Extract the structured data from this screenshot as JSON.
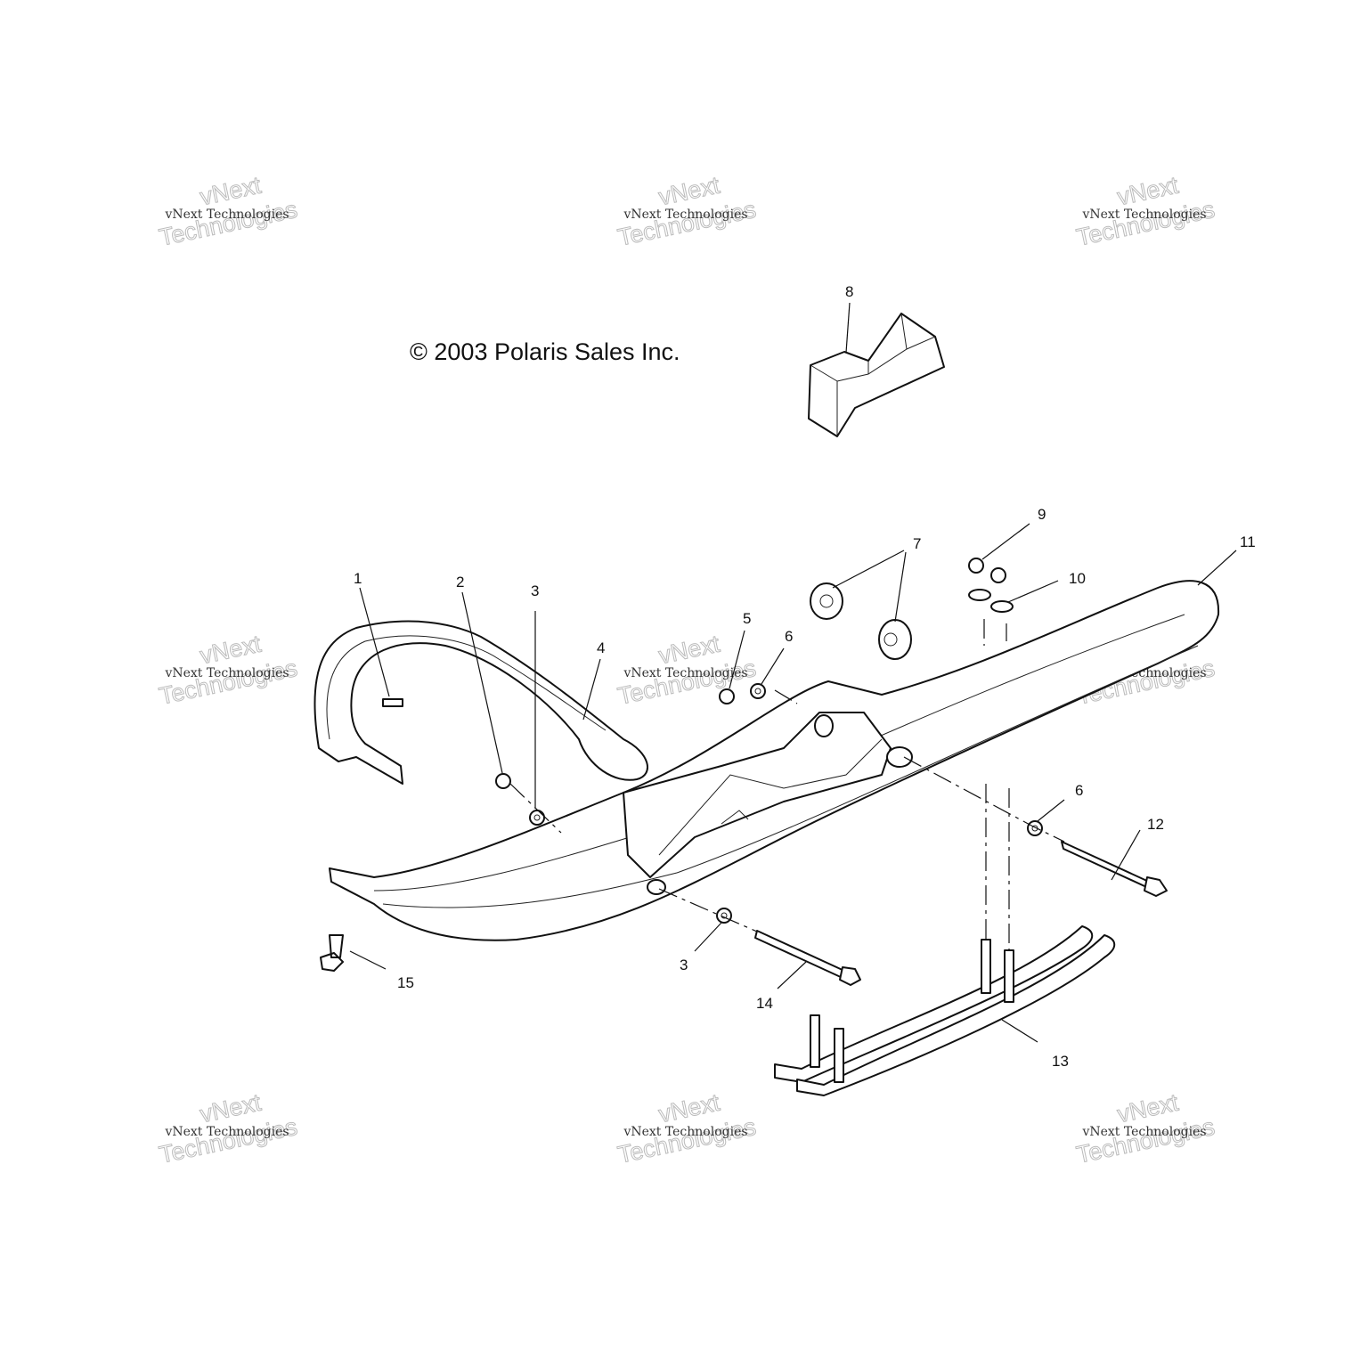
{
  "copyright": "© 2003 Polaris Sales Inc.",
  "watermark": {
    "line_small": "vNext Technologies",
    "line_big_1": "vNext",
    "line_big_2": "Technologies"
  },
  "callouts": [
    "1",
    "2",
    "3",
    "4",
    "5",
    "6",
    "7",
    "8",
    "9",
    "10",
    "11",
    "6",
    "12",
    "3",
    "14",
    "13",
    "15"
  ]
}
